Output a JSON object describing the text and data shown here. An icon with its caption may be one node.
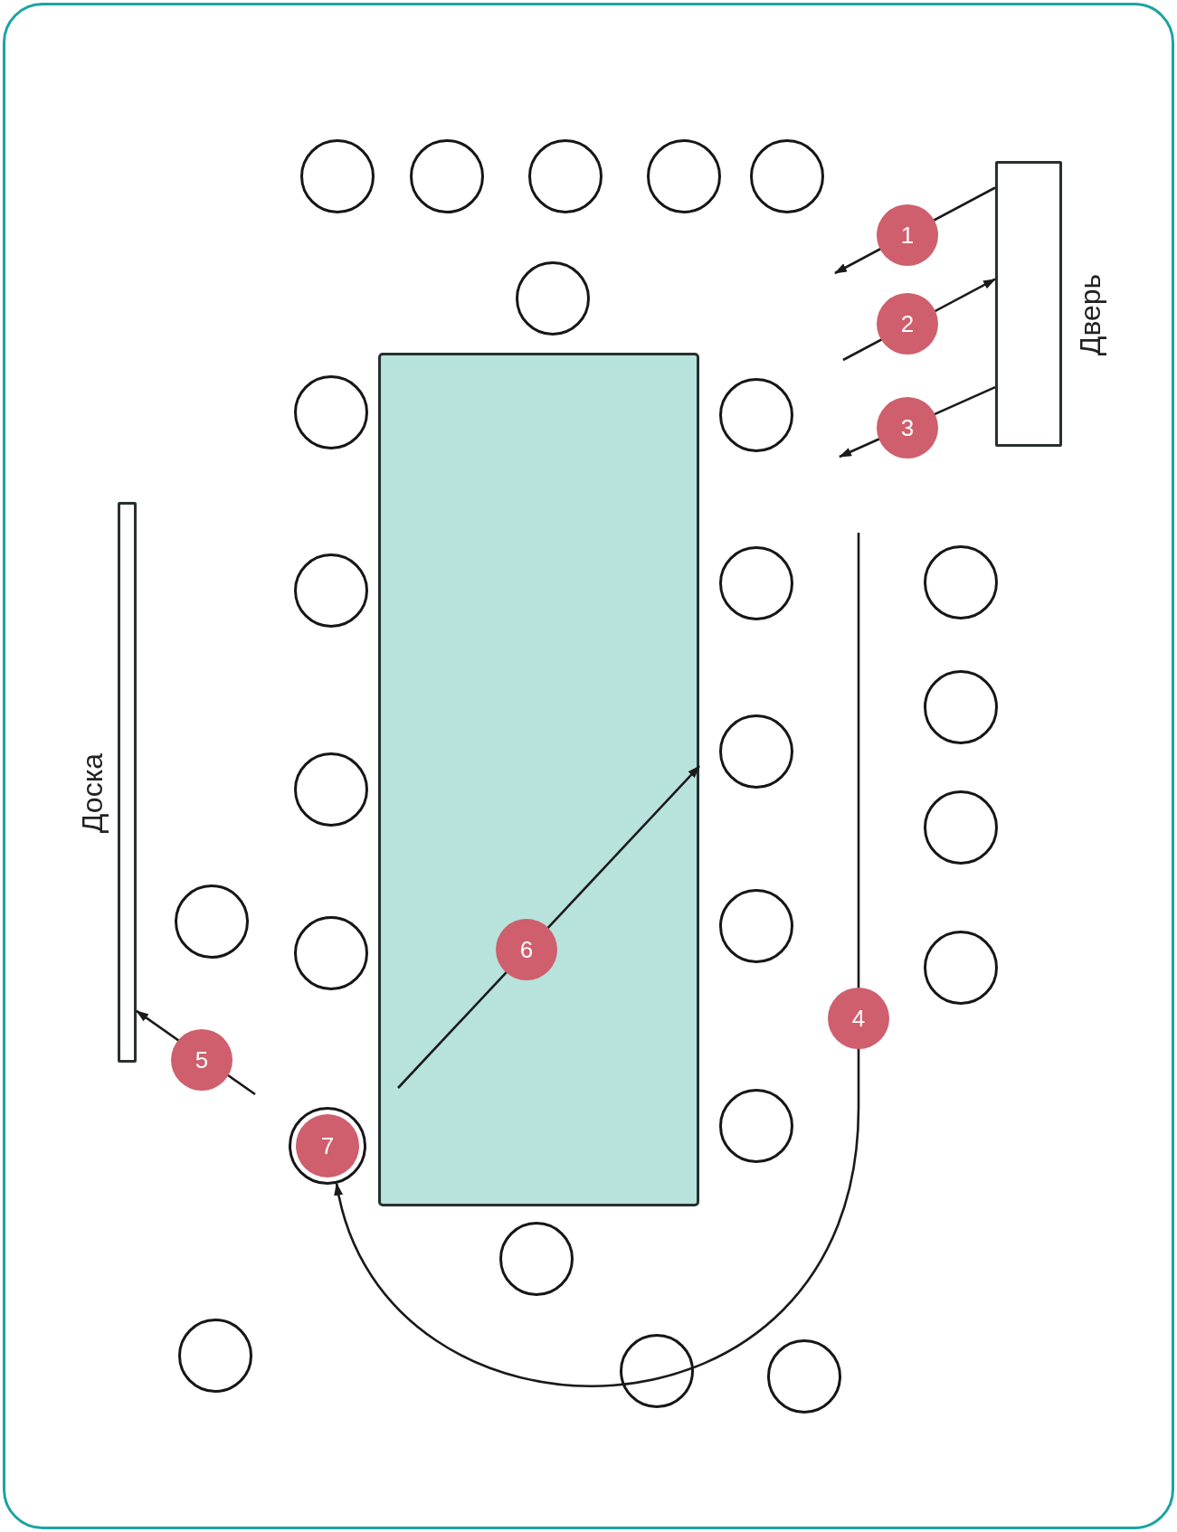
{
  "diagram": {
    "nodes": [
      {
        "text": [],
        "shape": "circle"
      },
      {
        "text": [],
        "shape": "circle"
      },
      {
        "text": [],
        "shape": "circle"
      },
      {
        "text": [],
        "shape": "circle"
      },
      {
        "text": [],
        "shape": "circle"
      },
      {
        "text": [
          "Дверь"
        ]
      },
      {
        "text": [],
        "shape": "circle"
      },
      {
        "text": [],
        "shape": "box"
      },
      {
        "text": [],
        "shape": "circle"
      },
      {
        "text": [],
        "shape": "circle"
      },
      {
        "text": [
          "Доска"
        ]
      },
      {
        "text": [],
        "shape": "circle"
      },
      {
        "text": [],
        "shape": "circle"
      },
      {
        "text": [],
        "shape": "circle"
      },
      {
        "text": [],
        "shape": "circle"
      },
      {
        "text": [],
        "shape": "circle"
      },
      {
        "text": [],
        "shape": "circle"
      },
      {
        "text": [],
        "shape": "circle"
      },
      {
        "text": [],
        "shape": "circle"
      },
      {
        "text": [],
        "shape": "circle"
      },
      {
        "text": [],
        "shape": "circle"
      },
      {
        "text": [],
        "shape": "circle"
      },
      {
        "text": [],
        "shape": "circle"
      },
      {
        "text": [
          "7"
        ]
      },
      {
        "text": [],
        "shape": "circle"
      },
      {
        "text": [],
        "shape": "circle"
      },
      {
        "text": [],
        "shape": "circle"
      },
      {
        "text": [],
        "shape": "circle"
      }
    ],
    "edges": [
      {
        "from": 5,
        "to": null,
        "arrow": "to",
        "label": "1"
      },
      {
        "from": null,
        "to": 5,
        "arrow": "to",
        "label": "2"
      },
      {
        "from": 5,
        "to": null,
        "arrow": "to",
        "label": "3"
      },
      {
        "from": null,
        "to": 23,
        "arrow": "to",
        "label": "4"
      },
      {
        "from": null,
        "to": 10,
        "arrow": "to",
        "label": "5"
      },
      {
        "from": null,
        "to": 7,
        "arrow": "to",
        "label": "6"
      }
    ]
  }
}
